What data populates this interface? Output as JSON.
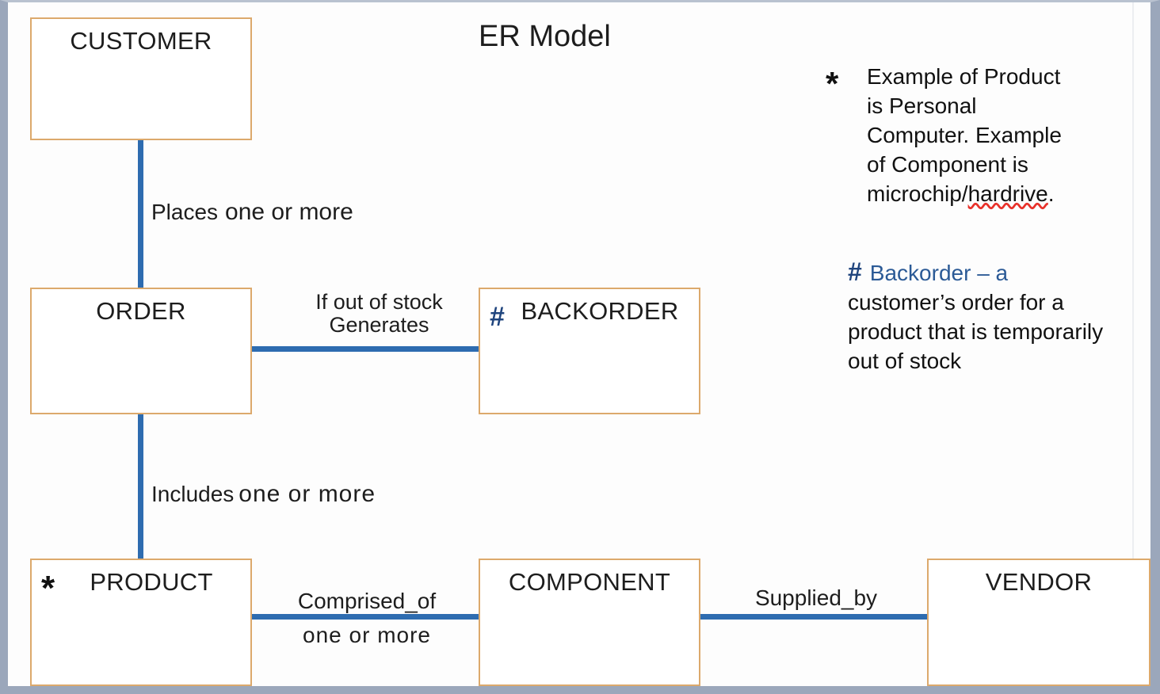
{
  "slide": {
    "title": "ER Model",
    "accent_blue": "#2e6cb0",
    "entity_border": "#dca96c",
    "note_blue": "#2b5a96",
    "frame_gray": "#9ba7bb"
  },
  "entities": [
    {
      "id": "customer",
      "label": "CUSTOMER",
      "marker": ""
    },
    {
      "id": "order",
      "label": "ORDER",
      "marker": ""
    },
    {
      "id": "backorder",
      "label": "BACKORDER",
      "marker": "#"
    },
    {
      "id": "product",
      "label": "PRODUCT",
      "marker": "*"
    },
    {
      "id": "component",
      "label": "COMPONENT",
      "marker": ""
    },
    {
      "id": "vendor",
      "label": "VENDOR",
      "marker": ""
    }
  ],
  "relationships": {
    "places": {
      "verb": "Places",
      "cardinality": "one or more"
    },
    "generates": {
      "condition": "If out of stock",
      "verb": "Generates"
    },
    "includes": {
      "verb": "Includes",
      "cardinality": "one  or  more"
    },
    "comprised": {
      "verb": "Comprised_of",
      "cardinality": "one  or  more"
    },
    "supplied": {
      "verb": "Supplied_by",
      "cardinality": ""
    }
  },
  "notes": {
    "asterisk": {
      "mark": "*",
      "text": "Example of Product is Personal Computer.  Example of Component is microchip/",
      "misspelled_word": "hardrive",
      "tail": "."
    },
    "hash": {
      "mark": "#",
      "headword": "Backorder – a",
      "text": "customer’s order for a product that is temporarily out of stock"
    }
  }
}
